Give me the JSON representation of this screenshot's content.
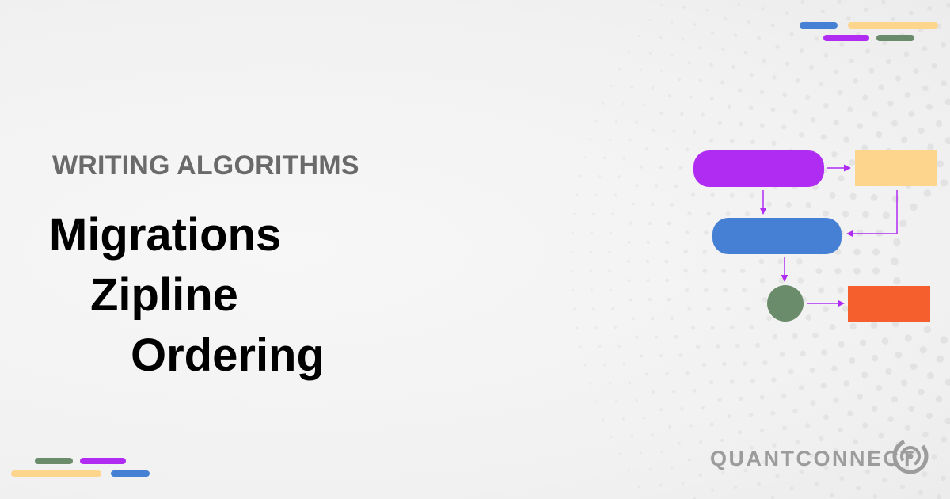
{
  "header": {
    "kicker": "WRITING ALGORITHMS"
  },
  "title": {
    "lines": [
      "Migrations",
      "Zipline",
      "Ordering"
    ]
  },
  "brand": {
    "name": "QUANTCONNECT"
  },
  "colors": {
    "purple": "#b02cf3",
    "yellow": "#fdd58c",
    "blue": "#4580d5",
    "green": "#6b8c6b",
    "orange": "#f45f2d",
    "kicker_gray": "#6a6a6a",
    "brand_gray": "#9c9c9c"
  },
  "icons": {
    "logo": "quantconnect-logo-icon",
    "arrow": "arrow-icon"
  }
}
